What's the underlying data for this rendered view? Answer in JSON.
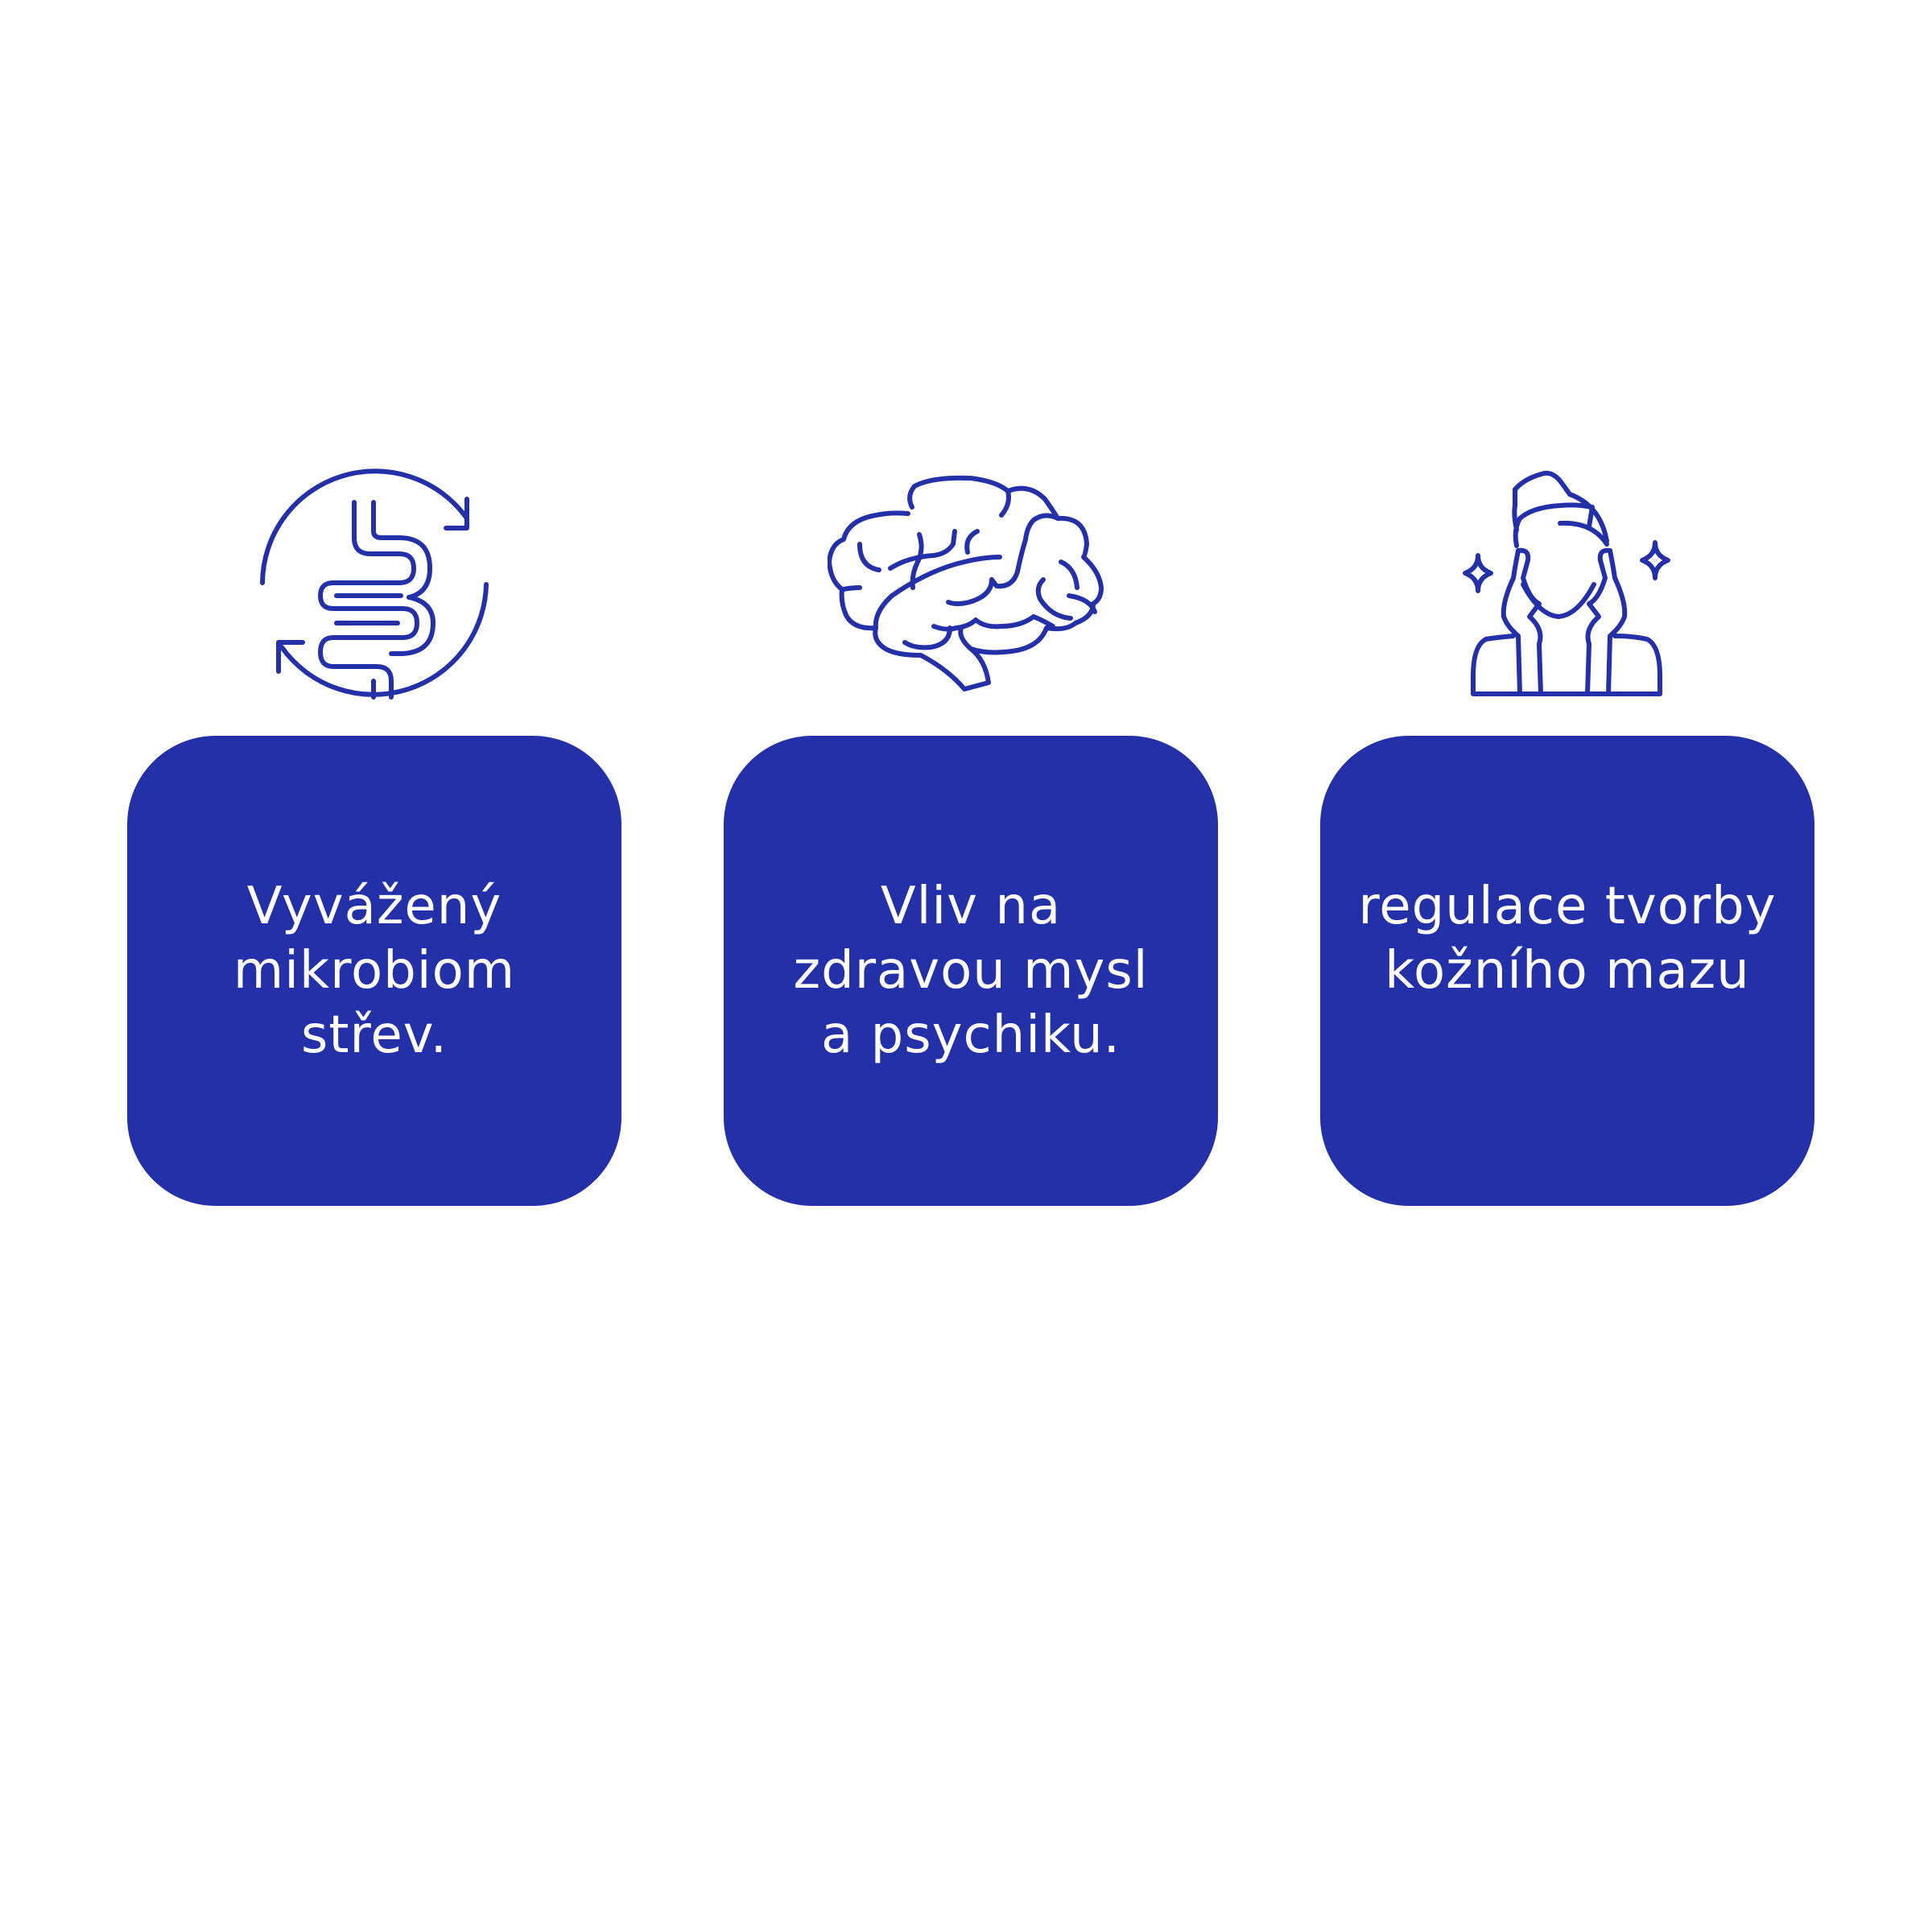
{
  "colors": {
    "background": "#ffffff",
    "accent": "#2430a8",
    "card_text": "#ffffff"
  },
  "cards": [
    {
      "icon": "intestine-cycle-icon",
      "text": "Vyvážený\nmikrobiom\nstřev."
    },
    {
      "icon": "brain-icon",
      "text": "Vliv na\nzdravou mysl\na psychiku."
    },
    {
      "icon": "woman-skincare-sparkle-icon",
      "text": "regulace tvorby\nkožního mazu"
    }
  ]
}
